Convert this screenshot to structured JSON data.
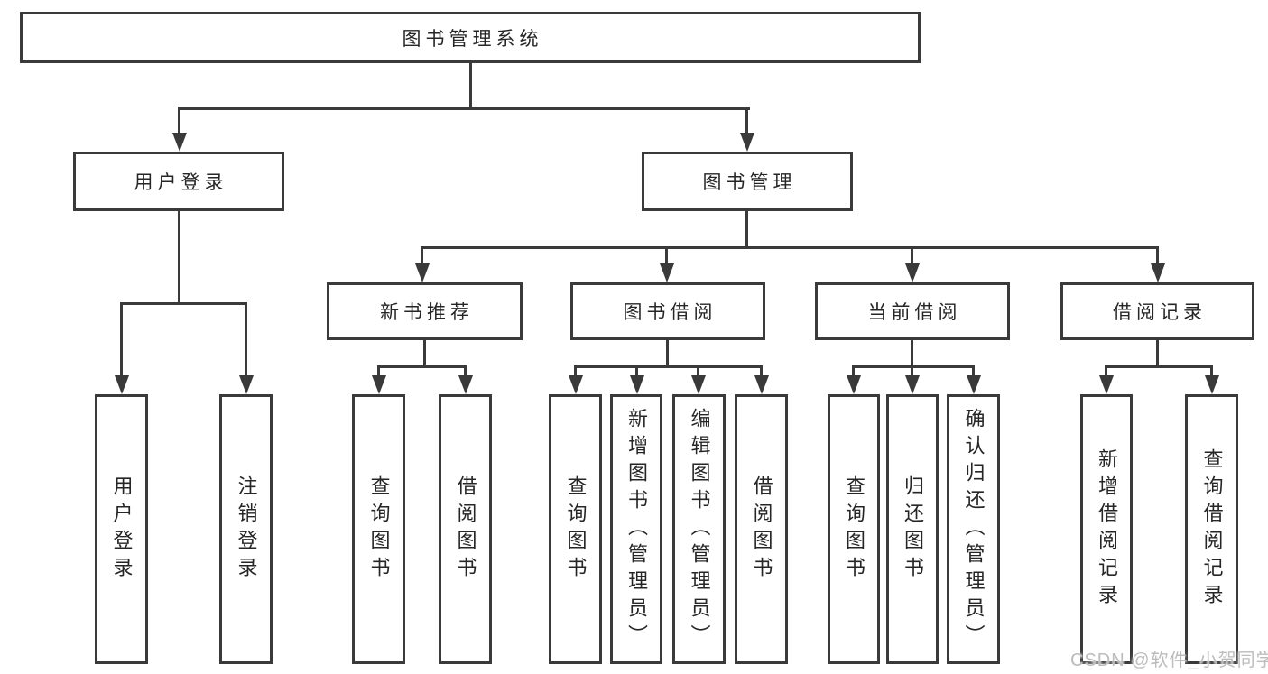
{
  "diagram": {
    "tree": {
      "root": {
        "label": "图书管理系统"
      },
      "branches": [
        {
          "label": "用户登录",
          "children": [
            {
              "label": "用户登录"
            },
            {
              "label": "注销登录"
            }
          ]
        },
        {
          "label": "图书管理",
          "children": [
            {
              "label": "新书推荐",
              "children": [
                {
                  "label": "查询图书"
                },
                {
                  "label": "借阅图书"
                }
              ]
            },
            {
              "label": "图书借阅",
              "children": [
                {
                  "label": "查询图书"
                },
                {
                  "label": "新增图书（管理员）"
                },
                {
                  "label": "编辑图书（管理员）"
                },
                {
                  "label": "借阅图书"
                }
              ]
            },
            {
              "label": "当前借阅",
              "children": [
                {
                  "label": "查询图书"
                },
                {
                  "label": "归还图书"
                },
                {
                  "label": "确认归还（管理员）"
                }
              ]
            },
            {
              "label": "借阅记录",
              "children": [
                {
                  "label": "新增借阅记录"
                },
                {
                  "label": "查询借阅记录"
                }
              ]
            }
          ]
        }
      ]
    },
    "colors": {
      "line": "#3a3a3a",
      "border": "#3a3a3a",
      "text": "#262626",
      "background": "#ffffff",
      "watermark": "#bcbcbc"
    }
  },
  "watermark": {
    "text": "CSDN @软件_小贺同学"
  }
}
